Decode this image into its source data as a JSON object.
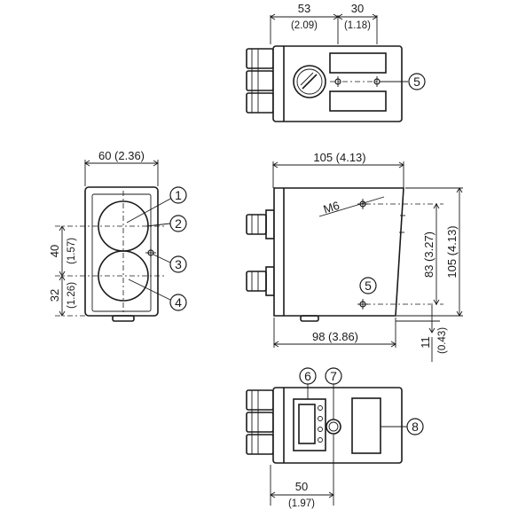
{
  "top_view": {
    "dim_left": "53",
    "dim_left_in": "(2.09)",
    "dim_right": "30",
    "dim_right_in": "(1.18)",
    "callout_5": "5"
  },
  "front_view": {
    "width": "60 (2.36)",
    "dim_40": "40",
    "dim_40_in": "(1.57)",
    "dim_32": "32",
    "dim_32_in": "(1.26)",
    "callouts": [
      "1",
      "2",
      "3",
      "4"
    ]
  },
  "side_view": {
    "width_top": "105 (4.13)",
    "thread": "M6",
    "height_83": "83 (3.27)",
    "height_105": "105 (4.13)",
    "width_bottom": "98 (3.86)",
    "dim_11": "11",
    "dim_11_in": "(0.43)",
    "callout_5": "5"
  },
  "bottom_view": {
    "dim_50": "50",
    "dim_50_in": "(1.97)",
    "callouts": [
      "6",
      "7",
      "8"
    ]
  }
}
